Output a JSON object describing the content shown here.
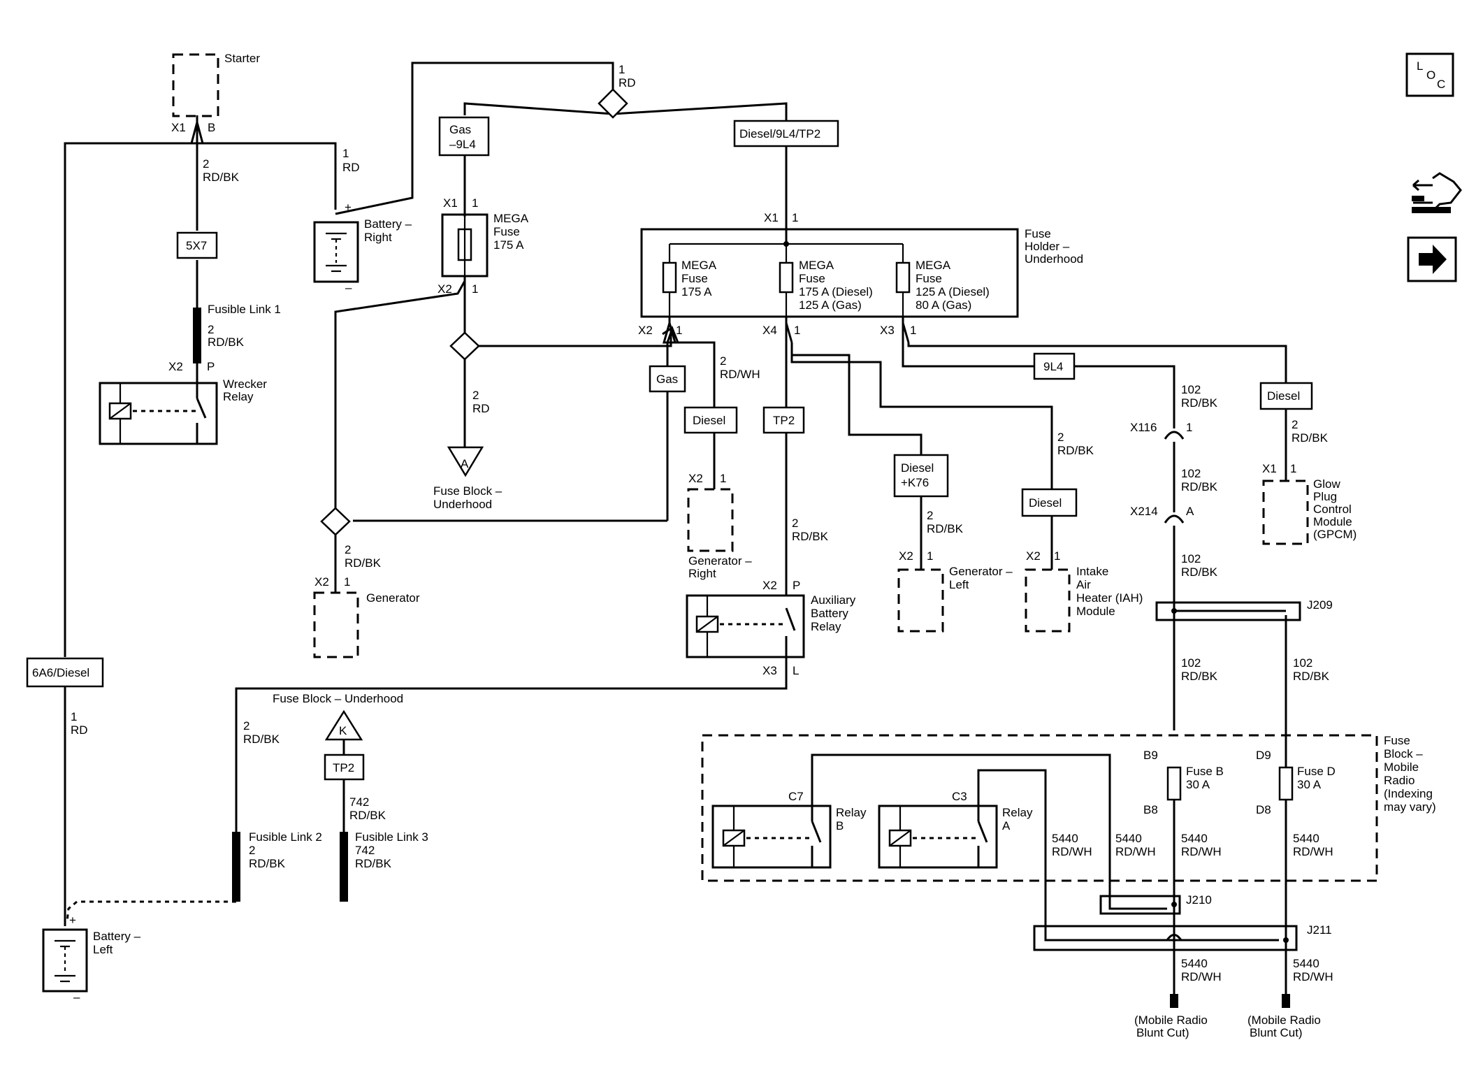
{
  "diagram": {
    "labels": {
      "starter": "Starter",
      "starter_x1": "X1",
      "starter_b": "B",
      "w_1rd_top_a": "1",
      "w_1rd_top_b": "RD",
      "w_2rdbk_starter_a": "2",
      "w_2rdbk_starter_b": "RD/BK",
      "w_1rd_batt_a": "1",
      "w_1rd_batt_b": "RD",
      "battery_right_a": "Battery –",
      "battery_right_b": "Right",
      "plus": "+",
      "minus": "–",
      "tag_5x7": "5X7",
      "fusible_link_1": "Fusible Link 1",
      "w_fl1_a": "2",
      "w_fl1_b": "RD/BK",
      "wrecker_x2": "X2",
      "wrecker_p": "P",
      "wrecker_relay_a": "Wrecker",
      "wrecker_relay_b": "Relay",
      "tag_gas_9l4_a": "Gas",
      "tag_gas_9l4_b": "–9L4",
      "mega1_x1": "X1",
      "mega1_1": "1",
      "mega1_name_a": "MEGA",
      "mega1_name_b": "Fuse",
      "mega1_name_c": "175 A",
      "mega1_x2": "X2",
      "mega1_x2_1": "1",
      "w_2rd_a": "2",
      "w_2rd_b": "RD",
      "fuse_block_a_letter": "A",
      "fuse_block_a_name_a": "Fuse Block –",
      "fuse_block_a_name_b": "Underhood",
      "tag_diesel_9l4_tp2": "Diesel/9L4/TP2",
      "fh_x1": "X1",
      "fh_1": "1",
      "fuse_holder_a": "Fuse",
      "fuse_holder_b": "Holder –",
      "fuse_holder_c": "Underhood",
      "fh1_a": "MEGA",
      "fh1_b": "Fuse",
      "fh1_c": "175 A",
      "fh2_a": "MEGA",
      "fh2_b": "Fuse",
      "fh2_c": "175 A (Diesel)",
      "fh2_d": "125 A (Gas)",
      "fh3_a": "MEGA",
      "fh3_b": "Fuse",
      "fh3_c": "125 A (Diesel)",
      "fh3_d": "80 A (Gas)",
      "fh_x2": "X2",
      "fh_x2_1": "1",
      "fh_x4": "X4",
      "fh_x4_1": "1",
      "fh_x3": "X3",
      "fh_x3_1": "1",
      "tag_gas": "Gas",
      "w_2rdwh_a": "2",
      "w_2rdwh_b": "RD/WH",
      "tag_diesel_genr": "Diesel",
      "genr_x2": "X2",
      "genr_1": "1",
      "gen_right_a": "Generator –",
      "gen_right_b": "Right",
      "tag_tp2_mid": "TP2",
      "w_2rdbk_tp2_a": "2",
      "w_2rdbk_tp2_b": "RD/BK",
      "aux_x2": "X2",
      "aux_p": "P",
      "aux_relay_a": "Auxiliary",
      "aux_relay_b": "Battery",
      "aux_relay_c": "Relay",
      "aux_x3": "X3",
      "aux_l": "L",
      "w_2rdbk_gen_a": "2",
      "w_2rdbk_gen_b": "RD/BK",
      "gen_x2": "X2",
      "gen_1": "1",
      "generator": "Generator",
      "tag_diesel_k76_a": "Diesel",
      "tag_diesel_k76_b": "+K76",
      "w_2rdbk_genl_a": "2",
      "w_2rdbk_genl_b": "RD/BK",
      "genl_x2": "X2",
      "genl_1": "1",
      "gen_left_a": "Generator –",
      "gen_left_b": "Left",
      "w_2rdbk_iah_a": "2",
      "w_2rdbk_iah_b": "RD/BK",
      "tag_diesel_iah": "Diesel",
      "iah_x2": "X2",
      "iah_1": "1",
      "iah_a": "Intake",
      "iah_b": "Air",
      "iah_c": "Heater (IAH)",
      "iah_d": "Module",
      "tag_9l4": "9L4",
      "w_102_a1": "102",
      "w_102_a2": "RD/BK",
      "x116": "X116",
      "x116_1": "1",
      "w_102_b1": "102",
      "w_102_b2": "RD/BK",
      "x214": "X214",
      "x214_a": "A",
      "w_102_c1": "102",
      "w_102_c2": "RD/BK",
      "j209": "J209",
      "w_102_d1": "102",
      "w_102_d2": "RD/BK",
      "w_102_e1": "102",
      "w_102_e2": "RD/BK",
      "tag_diesel_gpcm": "Diesel",
      "w_2rdbk_gpcm_a": "2",
      "w_2rdbk_gpcm_b": "RD/BK",
      "gpcm_x1": "X1",
      "gpcm_1": "1",
      "gpcm_a": "Glow",
      "gpcm_b": "Plug",
      "gpcm_c": "Control",
      "gpcm_d": "Module",
      "gpcm_e": "(GPCM)",
      "tag_6a6": "6A6/Diesel",
      "w_1rd_left_a": "1",
      "w_1rd_left_b": "RD",
      "fuse_block_k_name": "Fuse Block – Underhood",
      "fuse_block_k_letter": "K",
      "tag_tp2_k": "TP2",
      "w_742_a": "742",
      "w_742_b": "RD/BK",
      "w_2rdbk_fl2_a": "2",
      "w_2rdbk_fl2_b": "RD/BK",
      "fl2_a": "Fusible Link 2",
      "fl2_b": "2",
      "fl2_c": "RD/BK",
      "fl3_a": "Fusible Link 3",
      "fl3_b": "742",
      "fl3_c": "RD/BK",
      "battery_left_a": "Battery –",
      "battery_left_b": "Left",
      "fbmr_a": "Fuse",
      "fbmr_b": "Block –",
      "fbmr_c": "Mobile",
      "fbmr_d": "Radio",
      "fbmr_e": "(Indexing",
      "fbmr_f": "may vary)",
      "c7": "C7",
      "relay_b_a": "Relay",
      "relay_b_b": "B",
      "c3": "C3",
      "relay_a_a": "Relay",
      "relay_a_b": "A",
      "b9": "B9",
      "fuse_b_a": "Fuse B",
      "fuse_b_b": "30 A",
      "b8": "B8",
      "d9": "D9",
      "fuse_d_a": "Fuse D",
      "fuse_d_b": "30 A",
      "d8": "D8",
      "w_5440_1a": "5440",
      "w_5440_1b": "RD/WH",
      "w_5440_2a": "5440",
      "w_5440_2b": "RD/WH",
      "w_5440_3a": "5440",
      "w_5440_3b": "RD/WH",
      "w_5440_4a": "5440",
      "w_5440_4b": "RD/WH",
      "j210": "J210",
      "j211": "J211",
      "w_5440_5a": "5440",
      "w_5440_5b": "RD/WH",
      "w_5440_6a": "5440",
      "w_5440_6b": "RD/WH",
      "blunt_1a": "(Mobile Radio",
      "blunt_1b": "Blunt Cut)",
      "blunt_2a": "(Mobile Radio",
      "blunt_2b": "Blunt Cut)",
      "loc_l": "L",
      "loc_o": "O",
      "loc_c": "C"
    }
  }
}
